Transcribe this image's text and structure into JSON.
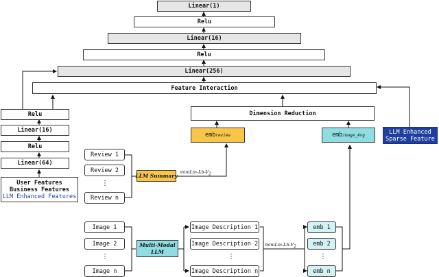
{
  "top_stack": {
    "linear1": "Linear(1)",
    "relu_a": "Relu",
    "linear16": "Linear(16)",
    "relu_b": "Relu",
    "linear256": "Linear(256)",
    "feature_interaction": "Feature Interaction"
  },
  "left_stack": {
    "relu_top": "Relu",
    "linear16": "Linear(16)",
    "relu_mid": "Relu",
    "linear64": "Linear(64)",
    "input_line1": "User Features",
    "input_line2": "Business Features",
    "input_line3": "LLM Enhanced Features"
  },
  "middle": {
    "dimension_reduction": "Dimension Reduction",
    "emb_review_main": "emb",
    "emb_review_sub": "review",
    "emb_image_main": "emb",
    "emb_image_sub": "image_Avg",
    "sparse_line1": "LLM Enhanced",
    "sparse_line2": "Sparse Feature"
  },
  "reviews": {
    "items": [
      "Review 1",
      "Review 2",
      "Review n"
    ],
    "dots": "⋮",
    "summarizer": "LLM Summary",
    "encoder_label_main": "miniLm-Lb-V",
    "encoder_label_sub": "2"
  },
  "images": {
    "items": [
      "Image 1",
      "Image 2",
      "Image n"
    ],
    "dots": "⋮",
    "model_line1": "Multi-Modal",
    "model_line2": "LLM",
    "descriptions": [
      "Image Description 1",
      "Image Description 2",
      "Image Description n"
    ],
    "encoder_label_main": "miniLm-Lb-V",
    "encoder_label_sub": "2",
    "embs": [
      "emb 1",
      "emb 2",
      "emb n"
    ]
  },
  "colors": {
    "yellow": "#f7c548",
    "cyan": "#8fdde0",
    "light_cyan": "#d3f2f3",
    "navy": "#1f3fa0",
    "gray": "#e6e6e6"
  }
}
